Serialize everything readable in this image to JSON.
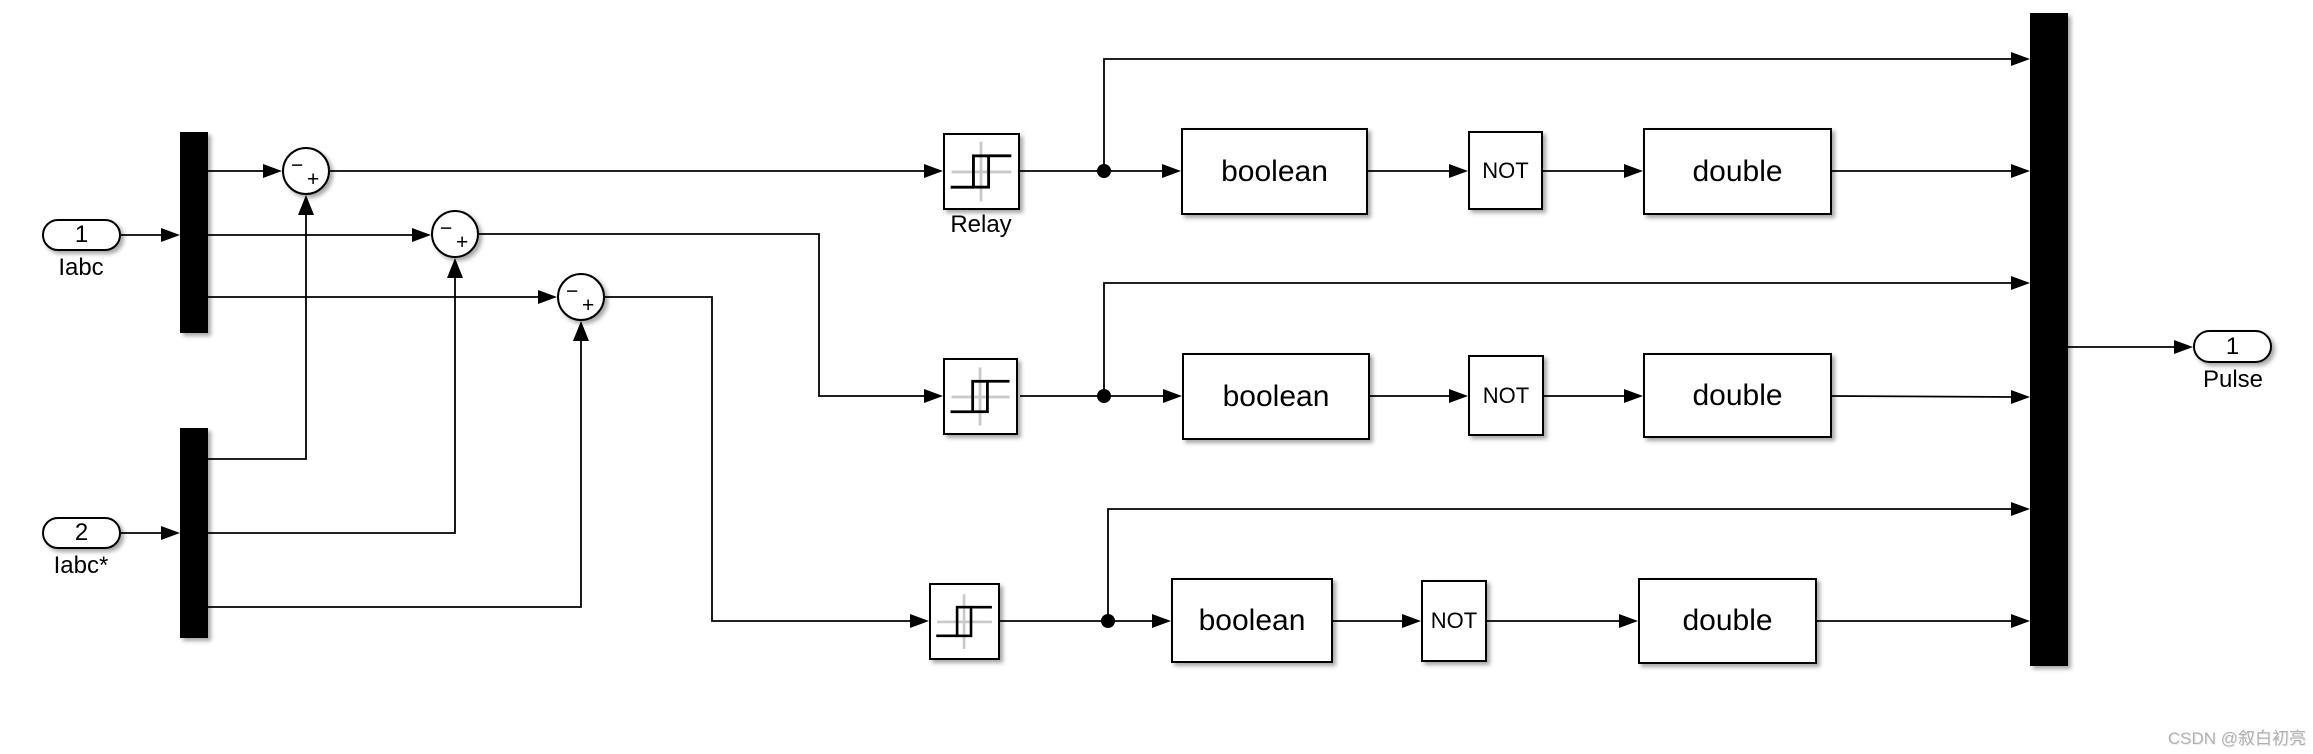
{
  "diagram": {
    "input_ports": [
      {
        "number": "1",
        "label": "Iabc"
      },
      {
        "number": "2",
        "label": "Iabc*"
      }
    ],
    "output_port": {
      "number": "1",
      "label": "Pulse"
    },
    "relay_label": "Relay",
    "sum_blocks": [
      {
        "minus": "−",
        "plus": "+"
      },
      {
        "minus": "−",
        "plus": "+"
      },
      {
        "minus": "−",
        "plus": "+"
      }
    ],
    "rows": [
      {
        "boolean_label": "boolean",
        "not_label": "NOT",
        "double_label": "double"
      },
      {
        "boolean_label": "boolean",
        "not_label": "NOT",
        "double_label": "double"
      },
      {
        "boolean_label": "boolean",
        "not_label": "NOT",
        "double_label": "double"
      }
    ],
    "watermark": "CSDN @叙白初亮",
    "colors": {
      "wire": "#000000",
      "block_fill": "#ffffff",
      "block_border": "#000000",
      "mux_fill": "#000000",
      "relay_axis_gray": "#c9c9c9",
      "watermark_gray": "#b0b0b0",
      "background": "#ffffff"
    }
  }
}
